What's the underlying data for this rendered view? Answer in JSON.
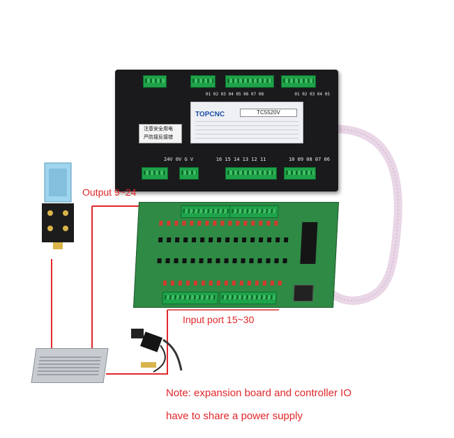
{
  "controller": {
    "brand": "TOPCNC",
    "model": "TC5520V",
    "top_terminal_text": "01 02 03 04 05 06 07 08",
    "top_terminal_text_right": "01 02 03 04 05",
    "bottom_power_text": "24V 0V G V",
    "bottom_terminal_text": "16 15 14 13 12 11",
    "bottom_terminal_text_right": "10 09 08 07 06",
    "warning_line1": "注意安全用电",
    "warning_line2": "严防接反接错"
  },
  "annotations": {
    "output": "Output 9~24",
    "input": "Input port 15~30",
    "note_line1": "Note: expansion board and controller IO",
    "note_line2": "have to share a power supply"
  },
  "colors": {
    "annotation_red": "#e1262a",
    "wire_red": "#e1262a",
    "board_green": "#2f8a45",
    "terminal_green": "#1fa34a",
    "controller_body": "#1a1a1d"
  }
}
